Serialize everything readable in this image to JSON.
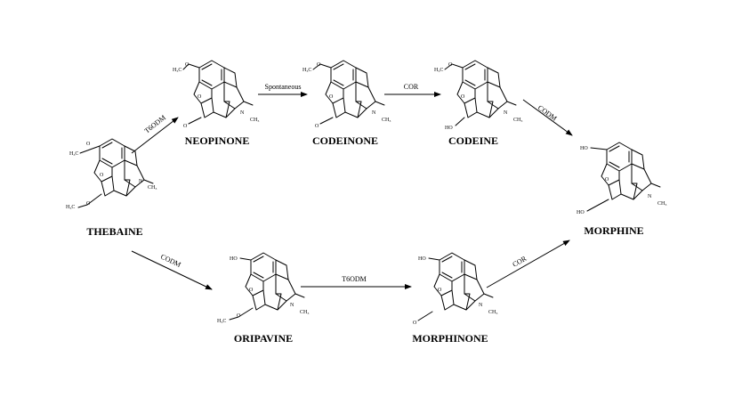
{
  "compounds": {
    "thebaine": "THEBAINE",
    "neopinone": "NEOPINONE",
    "codeinone": "CODEINONE",
    "codeine": "CODEINE",
    "morphine": "MORPHINE",
    "oripavine": "ORIPAVINE",
    "morphinone": "MORPHINONE"
  },
  "enzymes": {
    "thebaine_to_neopinone": "T6ODM",
    "neopinone_to_codeinone": "Spontaneous",
    "codeinone_to_codeine": "COR",
    "codeine_to_morphine": "CODM",
    "thebaine_to_oripavine": "CODM",
    "oripavine_to_morphinone": "T6ODM",
    "morphinone_to_morphine": "COR"
  },
  "atom_labels": {
    "methoxy": "H3C—O",
    "methoxy_lower": "H3C",
    "o": "O",
    "n": "N",
    "n_methyl": "CH3",
    "hydroxyl": "HO",
    "ketone_o": "O"
  }
}
